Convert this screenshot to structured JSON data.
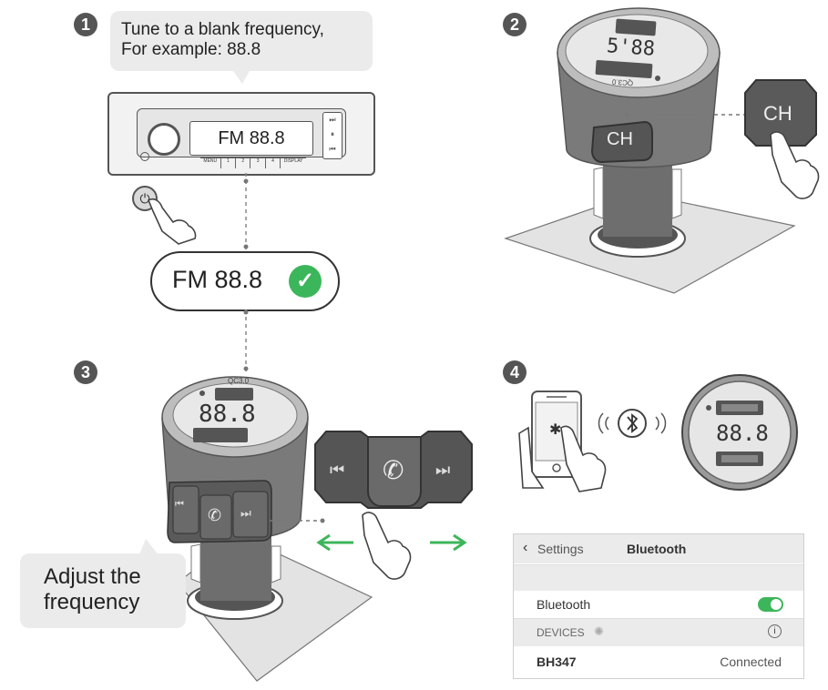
{
  "steps": [
    {
      "number": "1",
      "caption_line1": "Tune to a blank frequency,",
      "caption_line2": "For example: 88.8"
    },
    {
      "number": "2"
    },
    {
      "number": "3",
      "caption_line1": "Adjust the",
      "caption_line2": "frequency"
    },
    {
      "number": "4"
    }
  ],
  "radio": {
    "display": "FM 88.8",
    "preset_buttons": [
      "MENU",
      "1",
      "2",
      "3",
      "4",
      "DISPLAY"
    ]
  },
  "frequency_pill": {
    "text": "FM 88.8"
  },
  "transmitter": {
    "display_top": "5'88",
    "display_step3": "88.8",
    "display_step4": "88.8",
    "qc_label": "QC3.0",
    "ch_label": "CH"
  },
  "settings": {
    "back_label": "Settings",
    "title": "Bluetooth",
    "toggle_label": "Bluetooth",
    "toggle_on": true,
    "section_header": "DEVICES",
    "device_name": "BH347",
    "device_status": "Connected"
  },
  "colors": {
    "accent_green": "#3cb65a",
    "toggle_green": "#4cd964",
    "arrow_green": "#3cb65a",
    "body_gray": "#6e6e6e"
  }
}
